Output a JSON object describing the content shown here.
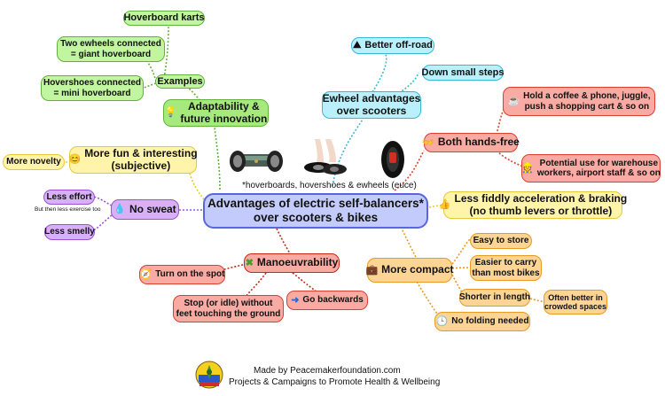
{
  "center": {
    "title": "Advantages of electric self-balancers*\nover scooters & bikes"
  },
  "footnote": "*hoverboards, hovershoes & ewheels (euce)",
  "adaptability": {
    "label": "Adaptability &\nfuture innovation",
    "examples_label": "Examples",
    "examples": [
      "Hoverboard karts",
      "Two ewheels connected\n= giant hoverboard",
      "Hovershoes connected\n= mini hoverboard"
    ]
  },
  "ewheel": {
    "label": "Ewheel advantages\nover scooters",
    "items": [
      "Better off-road",
      "Down small steps"
    ]
  },
  "hands_free": {
    "label": "Both hands-free",
    "items": [
      "Hold a coffee & phone, juggle,\npush a shopping cart & so on",
      "Potential use for warehouse\nworkers, airport staff & so on"
    ]
  },
  "fun": {
    "label": "More fun & interesting\n(subjective)",
    "items": [
      "More novelty"
    ]
  },
  "sweat": {
    "label": "No sweat",
    "items": [
      "Less effort",
      "Less smelly"
    ],
    "note": "But then less exercise too"
  },
  "fiddly": {
    "label": "Less fiddly acceleration & braking\n(no thumb levers or throttle)"
  },
  "manoeuvrability": {
    "label": "Manoeuvrability",
    "items": [
      "Turn on the spot",
      "Stop (or idle) without\nfeet touching the ground",
      "Go backwards"
    ]
  },
  "compact": {
    "label": "More compact",
    "items": [
      "Easy to store",
      "Easier to carry\nthan most bikes",
      "Shorter in length",
      "No folding needed"
    ],
    "note": "Often better in\ncrowded spaces"
  },
  "footer": {
    "line1": "Made by Peacemakerfoundation.com",
    "line2": "Projects & Campaigns to Promote Health & Wellbeing"
  },
  "icons": [
    "lightbulb-icon",
    "mountain-icon",
    "hands-icon",
    "coffee-cup-icon",
    "worker-icon",
    "smiley-icon",
    "droplet-icon",
    "thumbs-up-icon",
    "arrows-icon",
    "compass-icon",
    "forward-arrow-icon",
    "briefcase-icon",
    "clock-icon"
  ],
  "colors": {
    "adaptability": "#61b23a",
    "ewheel": "#36b9d8",
    "hands_free": "#d9402e",
    "fun": "#e4c93b",
    "sweat": "#9a52d0",
    "manoeuvrability": "#c52a17",
    "compact": "#e89a25",
    "center": "#5866e0"
  }
}
